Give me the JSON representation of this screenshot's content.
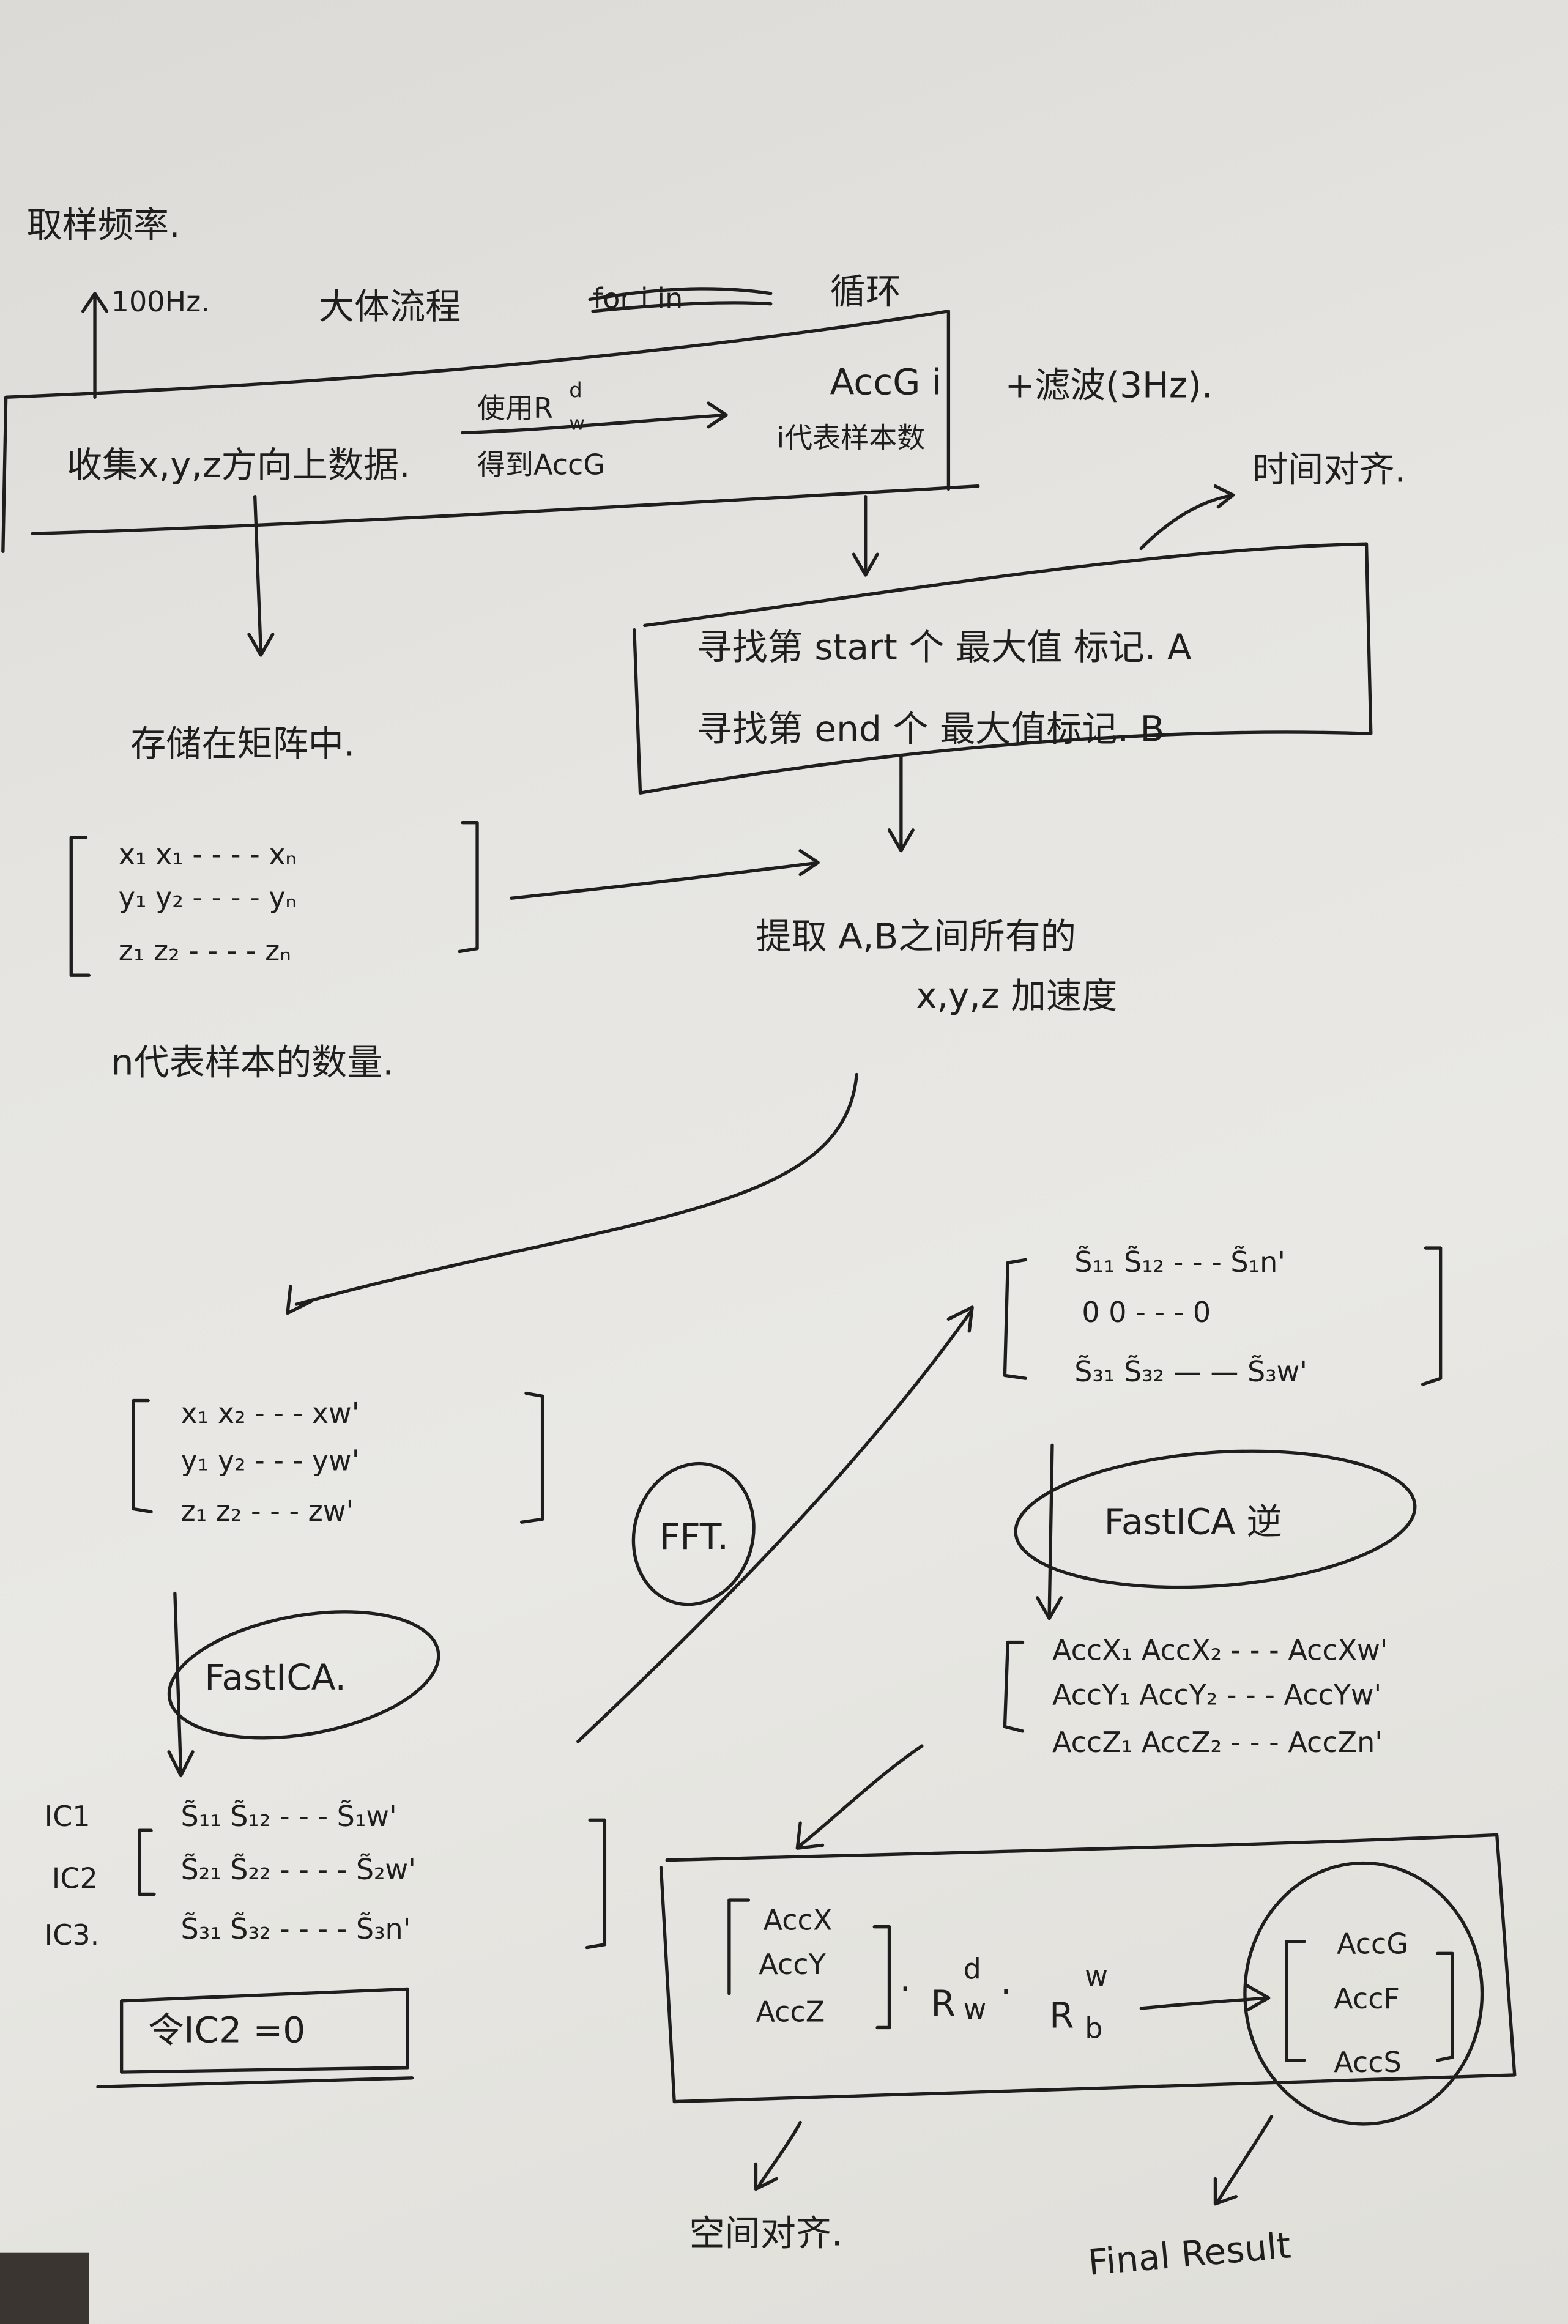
{
  "top": {
    "sampling_rate_label": "取样频率.",
    "sampling_rate_value": "100Hz.",
    "overview_title": "大体流程",
    "struck_text": "for i in",
    "loop_label": "循环"
  },
  "flow": {
    "collect": "收集x,y,z方向上数据.",
    "use_rotation": "使用R",
    "use_rotation_sup": "d",
    "use_rotation_sub": "w",
    "get_accg": "得到AccG",
    "accg_i": "AccG i",
    "i_meaning": "i代表样本数",
    "filter": "+滤波(3Hz).",
    "time_align": "时间对齐.",
    "find_start": "寻找第 start 个 最大值 标记. A",
    "find_end": "寻找第 end 个 最大值标记. B",
    "store_matrix": "存储在矩阵中.",
    "n_meaning": "n代表样本的数量.",
    "extract_line1": "提取 A,B之间所有的",
    "extract_line2": "x,y,z 加速度"
  },
  "matrix_raw": {
    "rows": [
      "x₁    x₁   - - - -   xₙ",
      "y₁    y₂   - - - -  yₙ",
      "z₁    z₂   - - - -  zₙ"
    ]
  },
  "matrix_window": {
    "rows": [
      "x₁    x₂   - - -    xw'",
      "y₁    y₂   - - -    yw'",
      "z₁    z₂   - - -    zw'"
    ]
  },
  "fastica": "FastICA.",
  "ic_labels": [
    "IC1",
    "IC2",
    "IC3."
  ],
  "matrix_s": {
    "rows": [
      "S̃₁₁    S̃₁₂   - - -    S̃₁w'",
      "S̃₂₁    S̃₂₂   - - - -   S̃₂w'",
      "S̃₃₁    S̃₃₂   - - - -   S̃₃n'"
    ]
  },
  "set_ic2_zero": "令IC2 =0",
  "fft": "FFT.",
  "matrix_s_zeroed": {
    "rows": [
      "S̃₁₁    S̃₁₂ - - -  S̃₁n'",
      "0        0  - - - 0",
      "S̃₃₁    S̃₃₂ — —  S̃₃w'"
    ]
  },
  "fastica_inverse": "FastICA 逆",
  "matrix_acc": {
    "rows": [
      "AccX₁    AccX₂   - - -   AccXw'",
      "AccY₁    AccY₂   - - -  AccYw'",
      "AccZ₁    AccZ₂   - - -  AccZn'"
    ]
  },
  "equation": {
    "left_vector": [
      "AccX",
      "AccY",
      "AccZ"
    ],
    "r1": "R",
    "r1_sup": "d",
    "r1_sub": "w",
    "r2": "R",
    "r2_sup": "w",
    "r2_sub": "b",
    "result_vector": [
      "AccG",
      "AccF",
      "AccS"
    ]
  },
  "space_align": "空间对齐.",
  "final_result": "Final Result"
}
